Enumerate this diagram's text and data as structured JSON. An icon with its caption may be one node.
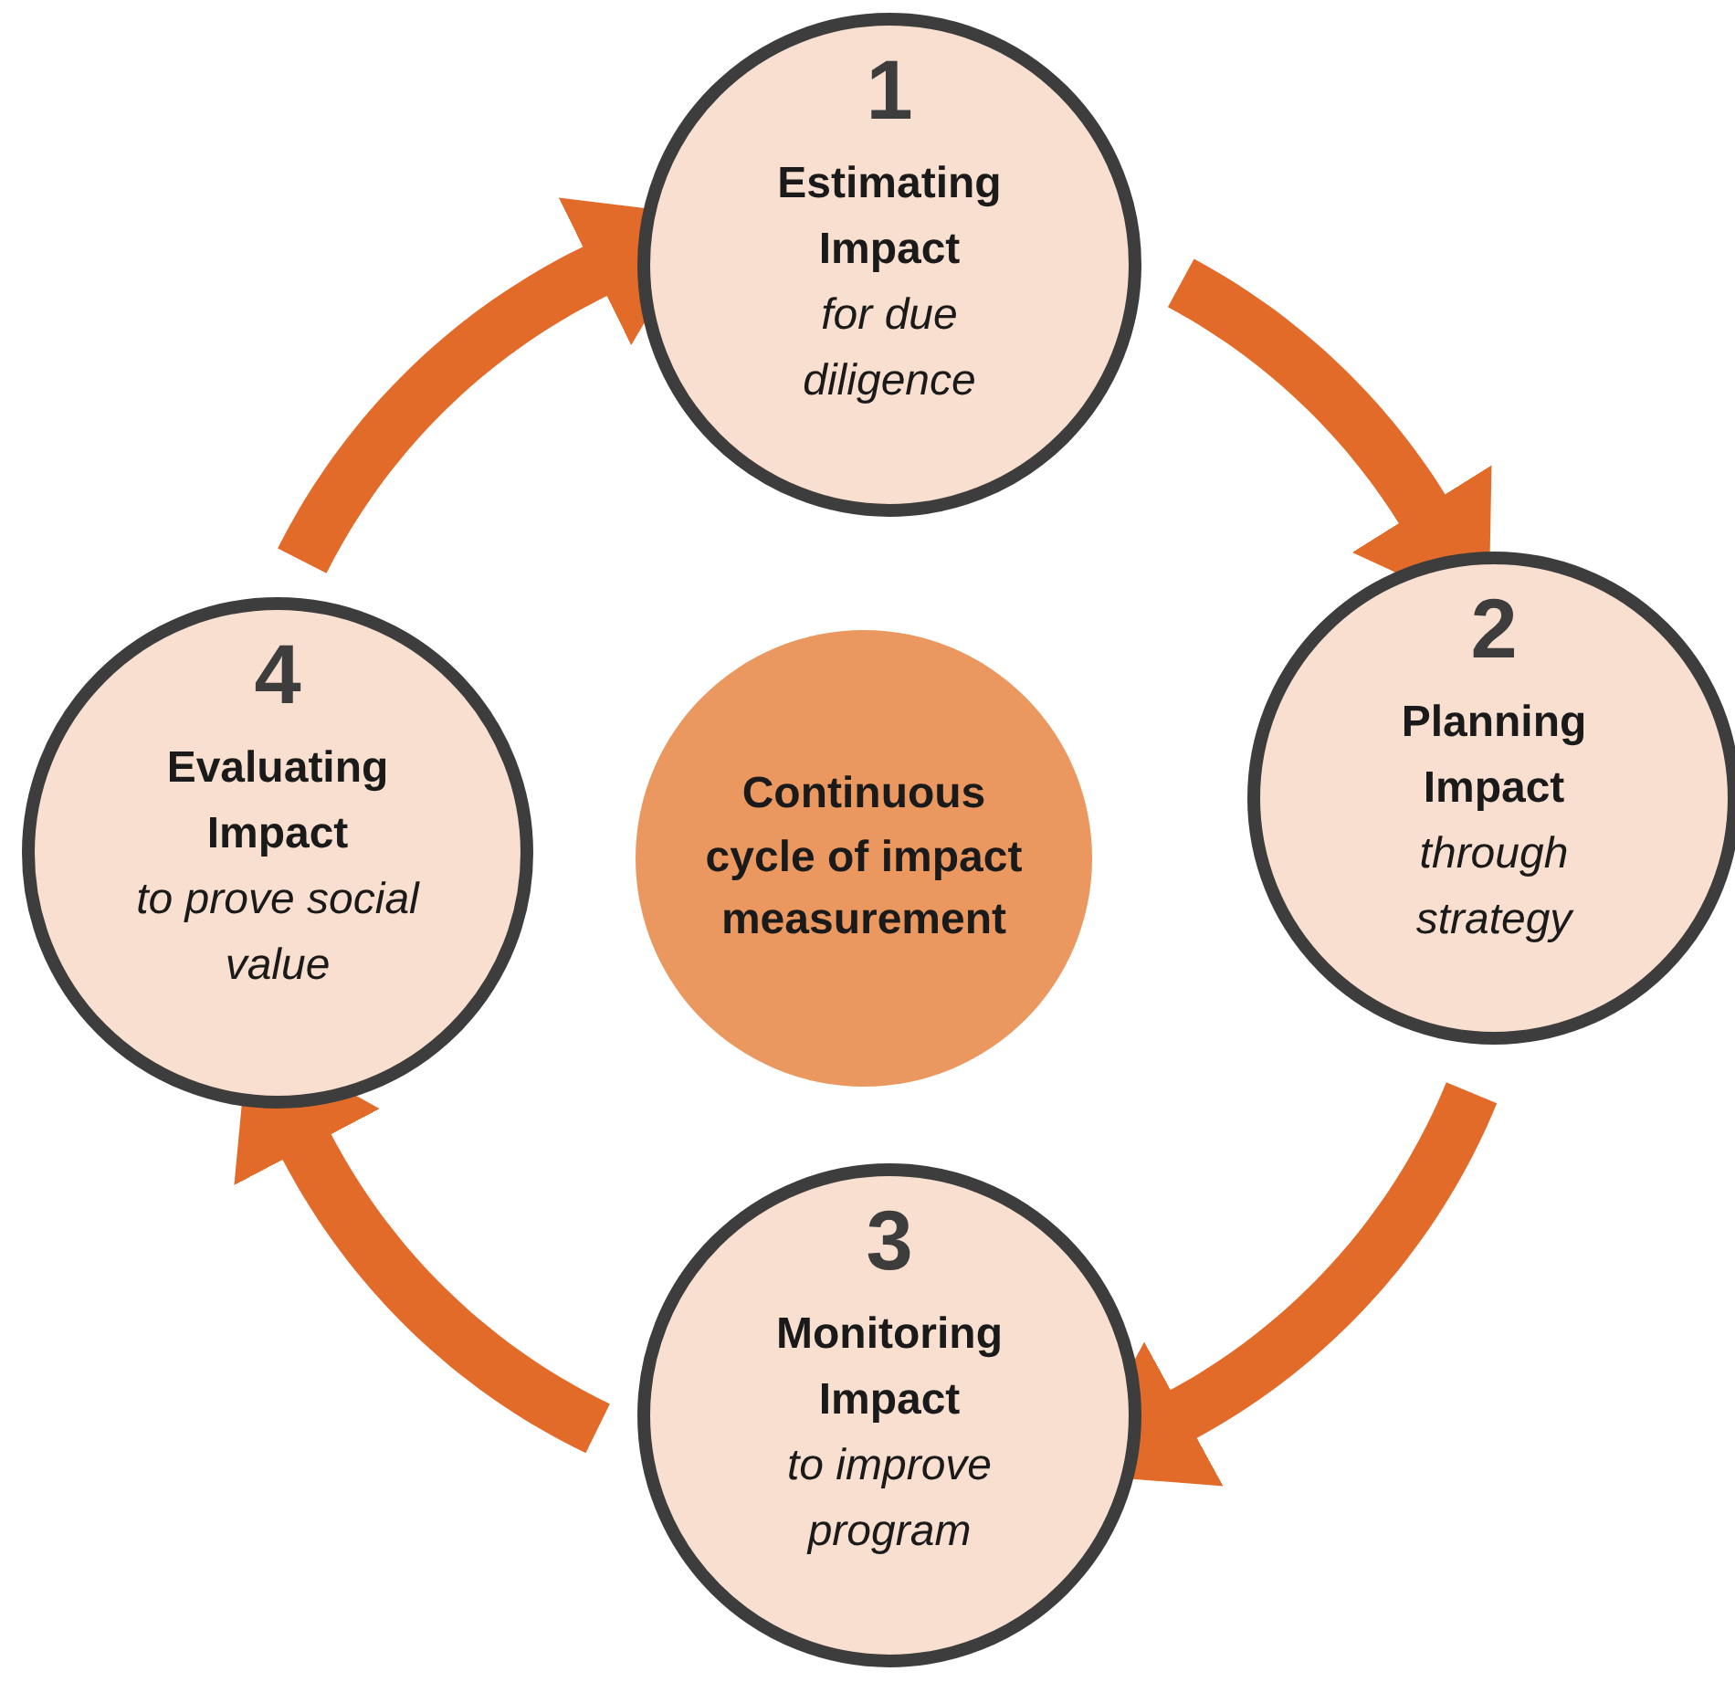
{
  "diagram": {
    "nodes": [
      {
        "text": [
          "1",
          "Estimating Impact",
          "for due diligence"
        ]
      },
      {
        "text": [
          "2",
          "Planning Impact",
          "through strategy"
        ]
      },
      {
        "text": [
          "3",
          "Monitoring Impact",
          "to improve program"
        ]
      },
      {
        "text": [
          "4",
          "Evaluating Impact",
          "to prove social value"
        ]
      },
      {
        "text": [
          "Continuous cycle of impact measurement"
        ]
      }
    ],
    "edges": [
      {
        "from": 0,
        "to": 1,
        "arrow": "to"
      },
      {
        "from": 1,
        "to": 2,
        "arrow": "to"
      },
      {
        "from": 2,
        "to": 3,
        "arrow": "to"
      },
      {
        "from": 3,
        "to": 0,
        "arrow": "to"
      }
    ]
  }
}
